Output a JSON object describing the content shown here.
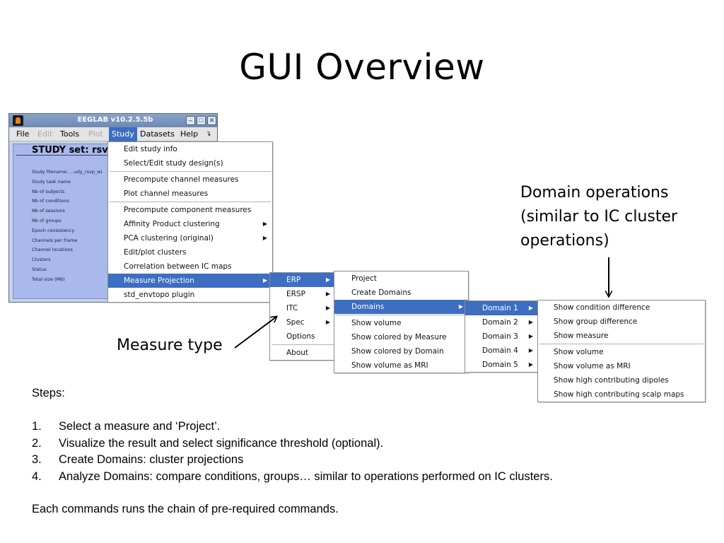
{
  "slide": {
    "title": "GUI Overview"
  },
  "window": {
    "title": "EEGLAB v10.2.5.5b",
    "controls": [
      "–",
      "□",
      "✕"
    ],
    "menubar": [
      {
        "label": "File",
        "state": "normal"
      },
      {
        "label": "Edit",
        "state": "disabled"
      },
      {
        "label": "Tools",
        "state": "normal"
      },
      {
        "label": "Plot",
        "state": "disabled"
      },
      {
        "label": "Study",
        "state": "active"
      },
      {
        "label": "Datasets",
        "state": "normal"
      },
      {
        "label": "Help",
        "state": "normal"
      }
    ],
    "menubar_extra_icon": "dock-arrow-icon",
    "study_heading": "STUDY set: rsvp",
    "study_fields": [
      "Study filename: ...udy_rsvp_wi",
      "Study task name",
      "Nb of subjects",
      "Nb of conditions",
      "Nb of sessions",
      "Nb of groups",
      "Epoch consistency",
      "Channels per frame",
      "Channel locations",
      "Clusters",
      "Status",
      "Total size (Mb)"
    ],
    "colors": {
      "titlebar": "#7f98c0",
      "panel": "#a9b9ec",
      "highlight": "#3d6ec2"
    }
  },
  "menus": {
    "study": [
      {
        "label": "Edit study info"
      },
      {
        "label": "Select/Edit study design(s)"
      },
      {
        "sep": true
      },
      {
        "label": "Precompute channel measures"
      },
      {
        "label": "Plot channel measures"
      },
      {
        "sep": true
      },
      {
        "label": "Precompute component measures"
      },
      {
        "label": "Affinity Product clustering",
        "arrow": true
      },
      {
        "label": "PCA clustering (original)",
        "arrow": true
      },
      {
        "label": "Edit/plot clusters"
      },
      {
        "label": "Correlation between IC maps"
      },
      {
        "label": "Measure Projection",
        "arrow": true,
        "selected": true
      },
      {
        "label": "std_envtopo plugin"
      }
    ],
    "measure_type": [
      {
        "label": "ERP",
        "arrow": true,
        "selected": true
      },
      {
        "label": "ERSP",
        "arrow": true
      },
      {
        "label": "ITC",
        "arrow": true
      },
      {
        "label": "Spec",
        "arrow": true
      },
      {
        "label": "Options"
      },
      {
        "sep": true
      },
      {
        "label": "About"
      }
    ],
    "project": [
      {
        "label": "Project"
      },
      {
        "label": "Create Domains"
      },
      {
        "label": "Domains",
        "arrow": true,
        "selected": true
      },
      {
        "sep": true
      },
      {
        "label": "Show volume"
      },
      {
        "label": "Show colored by Measure"
      },
      {
        "label": "Show colored by Domain"
      },
      {
        "label": "Show volume as MRI"
      }
    ],
    "domains": [
      {
        "label": "Domain 1",
        "arrow": true,
        "selected": true
      },
      {
        "label": "Domain 2",
        "arrow": true
      },
      {
        "label": "Domain 3",
        "arrow": true
      },
      {
        "label": "Domain 4",
        "arrow": true
      },
      {
        "label": "Domain 5",
        "arrow": true
      }
    ],
    "domain_ops": [
      {
        "label": "Show condition difference"
      },
      {
        "label": "Show group difference"
      },
      {
        "label": "Show measure"
      },
      {
        "sep": true
      },
      {
        "label": "Show volume"
      },
      {
        "label": "Show volume as MRI"
      },
      {
        "label": "Show high contributing dipoles"
      },
      {
        "label": "Show high contributing scalp maps"
      }
    ]
  },
  "annotations": {
    "domain_ops_lines": [
      "Domain operations",
      "(similar to IC cluster",
      "operations)"
    ],
    "measure_type": "Measure type"
  },
  "steps": {
    "label": "Steps:",
    "items": [
      {
        "num": "1.",
        "text": "Select a measure and ‘Project’."
      },
      {
        "num": "2.",
        "text": "Visualize the result and select significance threshold (optional)."
      },
      {
        "num": "3.",
        "text": "Create Domains: cluster projections"
      },
      {
        "num": "4.",
        "text": "Analyze Domains: compare conditions, groups… similar to operations performed on IC clusters."
      }
    ],
    "closing": "Each commands runs the chain of pre-required commands."
  }
}
